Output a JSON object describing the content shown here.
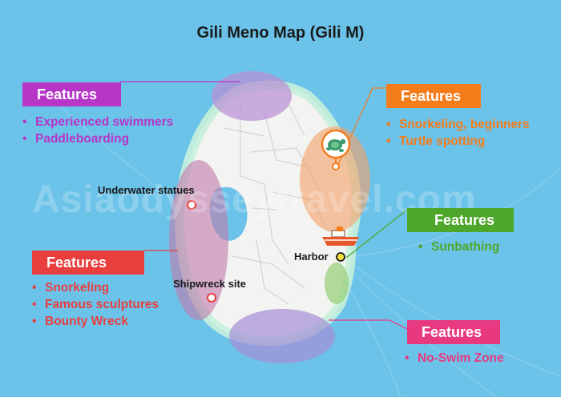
{
  "title": "Gili Meno Map (Gili M)",
  "watermark": "Asiaodysseytravel.com",
  "colors": {
    "purple": "#b536c7",
    "orange": "#f57c1b",
    "green": "#4ea72a",
    "red": "#e83e3e",
    "pink": "#e8387f",
    "sea": "#6cc3ea",
    "island": "#f4f4f2"
  },
  "points": {
    "underwater": "Underwater statues",
    "shipwreck": "Shipwreck site",
    "harbor": "Harbor"
  },
  "icons": {
    "turtle": "turtle-pin-icon",
    "boat": "boat-icon"
  },
  "features": [
    {
      "id": "purple",
      "heading": "Features",
      "items": [
        "Experienced swimmers",
        "Paddleboarding"
      ]
    },
    {
      "id": "orange",
      "heading": "Features",
      "items": [
        "Snorkeling, beginners",
        "Turtle spotting"
      ]
    },
    {
      "id": "green",
      "heading": "Features",
      "items": [
        "Sunbathing"
      ]
    },
    {
      "id": "red",
      "heading": "Features",
      "items": [
        "Snorkeling",
        "Famous sculptures",
        "Bounty Wreck"
      ]
    },
    {
      "id": "pink",
      "heading": "Features",
      "items": [
        "No-Swim Zone"
      ]
    }
  ]
}
